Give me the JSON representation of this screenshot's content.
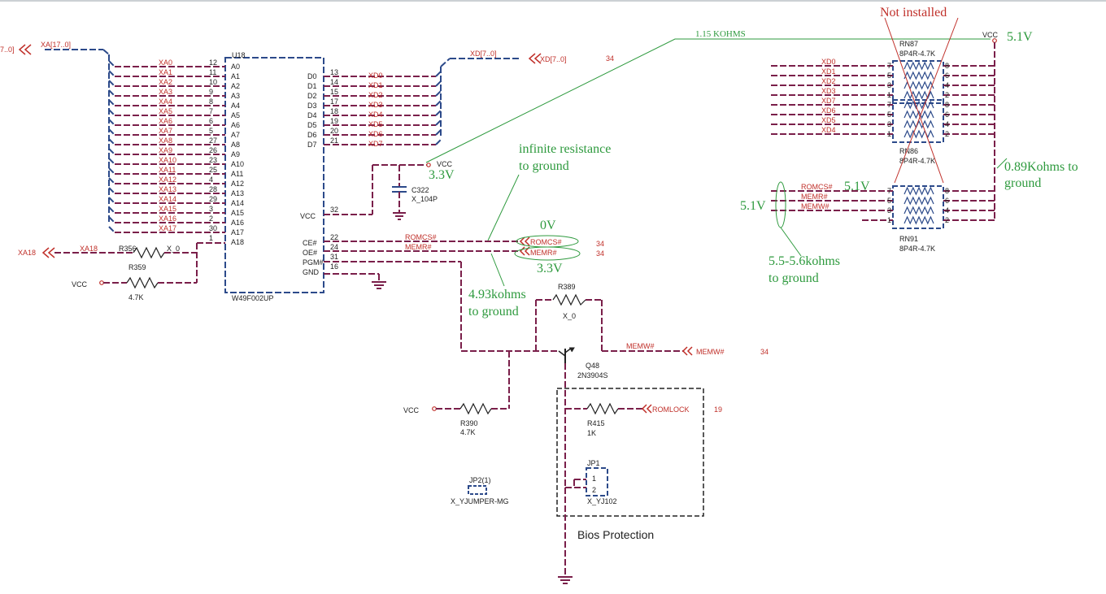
{
  "u18": {
    "ref": "U18",
    "part": "W49F002UP",
    "left_pins": [
      {
        "net": "XA0",
        "num": "12",
        "name": "A0"
      },
      {
        "net": "XA1",
        "num": "11",
        "name": "A1"
      },
      {
        "net": "XA2",
        "num": "10",
        "name": "A2"
      },
      {
        "net": "XA3",
        "num": "9",
        "name": "A3"
      },
      {
        "net": "XA4",
        "num": "8",
        "name": "A4"
      },
      {
        "net": "XA5",
        "num": "7",
        "name": "A5"
      },
      {
        "net": "XA6",
        "num": "6",
        "name": "A6"
      },
      {
        "net": "XA7",
        "num": "5",
        "name": "A7"
      },
      {
        "net": "XA8",
        "num": "27",
        "name": "A8"
      },
      {
        "net": "XA9",
        "num": "26",
        "name": "A9"
      },
      {
        "net": "XA10",
        "num": "23",
        "name": "A10"
      },
      {
        "net": "XA11",
        "num": "25",
        "name": "A11"
      },
      {
        "net": "XA12",
        "num": "4",
        "name": "A12"
      },
      {
        "net": "XA13",
        "num": "28",
        "name": "A13"
      },
      {
        "net": "XA14",
        "num": "29",
        "name": "A14"
      },
      {
        "net": "XA15",
        "num": "3",
        "name": "A15"
      },
      {
        "net": "XA16",
        "num": "2",
        "name": "A16"
      },
      {
        "net": "XA17",
        "num": "30",
        "name": "A17"
      },
      {
        "net": "",
        "num": "1",
        "name": "A18"
      }
    ],
    "right_pins": [
      {
        "name": "D0",
        "num": "13",
        "net": "XD0"
      },
      {
        "name": "D1",
        "num": "14",
        "net": "XD1"
      },
      {
        "name": "D2",
        "num": "15",
        "net": "XD2"
      },
      {
        "name": "D3",
        "num": "17",
        "net": "XD3"
      },
      {
        "name": "D4",
        "num": "18",
        "net": "XD4"
      },
      {
        "name": "D5",
        "num": "19",
        "net": "XD5"
      },
      {
        "name": "D6",
        "num": "20",
        "net": "XD6"
      },
      {
        "name": "D7",
        "num": "21",
        "net": "XD7"
      }
    ],
    "vcc_pin": {
      "name": "VCC",
      "num": "32"
    },
    "ctrl_pins": [
      {
        "name": "CE#",
        "num": "22",
        "net": "ROMCS#"
      },
      {
        "name": "OE#",
        "num": "24",
        "net": "MEMR#"
      },
      {
        "name": "PGM#",
        "num": "31",
        "net": ""
      },
      {
        "name": "GND",
        "num": "16",
        "net": ""
      }
    ]
  },
  "buses": {
    "xa_bus": "XA[17..0]",
    "xa_bus_edge": "7..0]",
    "xd_bus_label": "XD[7..0]",
    "xd_bus_port": "XD[7..0]",
    "xd_sheet": "34"
  },
  "xa18": {
    "port": "XA18",
    "net": "XA18"
  },
  "r356": {
    "ref": "R356",
    "value": "X_0"
  },
  "r359": {
    "ref": "R359",
    "value": "4.7K",
    "vcc": "VCC"
  },
  "c322": {
    "ref": "C322",
    "value": "X_104P",
    "vcc": "VCC"
  },
  "ports": {
    "romcs": "ROMCS#",
    "romcs_sheet": "34",
    "memr": "MEMR#",
    "memr_sheet": "34",
    "memw": "MEMW#",
    "memw_net": "MEMW#",
    "memw_sheet": "34",
    "romlock": "ROMLOCK",
    "romlock_sheet": "19"
  },
  "r389": {
    "ref": "R389",
    "value": "X_0"
  },
  "q48": {
    "ref": "Q48",
    "part": "2N3904S"
  },
  "r390": {
    "ref": "R390",
    "value": "4.7K",
    "vcc": "VCC"
  },
  "r415": {
    "ref": "R415",
    "value": "1K"
  },
  "jp1": {
    "ref": "JP1",
    "part": "X_YJ102",
    "pin1": "1",
    "pin2": "2"
  },
  "jp2": {
    "ref": "JP2(1)",
    "part": "X_YJUMPER-MG"
  },
  "bios_protection": "Bios Protection",
  "rn87": {
    "ref": "RN87",
    "part": "8P4R-4.7K",
    "rows": [
      {
        "net": "XD0",
        "l": "7",
        "r": "8"
      },
      {
        "net": "XD1",
        "l": "5",
        "r": "6"
      },
      {
        "net": "XD2",
        "l": "3",
        "r": "4"
      },
      {
        "net": "XD3",
        "l": "1",
        "r": "2"
      }
    ]
  },
  "rn86": {
    "ref": "RN86",
    "part": "8P4R-4.7K",
    "rows": [
      {
        "net": "XD7",
        "l": "7",
        "r": "8"
      },
      {
        "net": "XD6",
        "l": "5",
        "r": "6"
      },
      {
        "net": "XD5",
        "l": "3",
        "r": "4"
      },
      {
        "net": "XD4",
        "l": "1",
        "r": "2"
      }
    ]
  },
  "rn91": {
    "ref": "RN91",
    "part": "8P4R-4.7K",
    "rows": [
      {
        "net": "ROMCS#",
        "l": "7",
        "r": "8"
      },
      {
        "net": "MEMR#",
        "l": "5",
        "r": "6"
      },
      {
        "net": "MEMW#",
        "l": "3",
        "r": "4"
      },
      {
        "net": "",
        "l": "1",
        "r": "2"
      }
    ]
  },
  "vcc_top": "VCC",
  "annotations": {
    "not_installed": "Not installed",
    "v51_top": "5.1V",
    "kohms_115": "1.15 KOHMS",
    "v33_vcc": "3.3V",
    "infinite_1": "infinite resistance",
    "infinite_2": "to ground",
    "v0": "0V",
    "v33_memr": "3.3V",
    "k493_1": "4.93kohms",
    "k493_2": "to ground",
    "k089_1": "0.89Kohms to",
    "k089_2": "ground",
    "v51_romcs": "5.1V",
    "v51_left": "5.1V",
    "k55_1": "5.5-5.6kohms",
    "k55_2": "to ground"
  }
}
